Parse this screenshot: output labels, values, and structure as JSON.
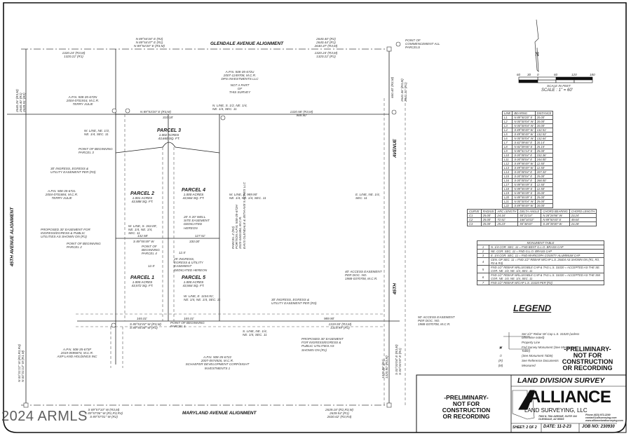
{
  "roads": {
    "north": "GLENDALE AVENUE ALIGNMENT",
    "south": "MARYLAND AVENUE ALIGNMENT",
    "west": "45TH AVENUE ALIGNMENT",
    "east_top": "AVENUE",
    "east_bottom": "45TH"
  },
  "parcels": [
    {
      "name": "PARCEL 1",
      "acres": "1.000 ACRES",
      "sqft": "43,572 SQ. FT."
    },
    {
      "name": "PARCEL 2",
      "acres": "1.001 ACRES",
      "sqft": "43,588 SQ. FT."
    },
    {
      "name": "PARCEL 3",
      "acres": "1.002 ACRES",
      "sqft": "43,660 SQ. FT."
    },
    {
      "name": "PARCEL 4",
      "acres": "1.000 ACRES",
      "sqft": "43,564 SQ. FT."
    },
    {
      "name": "PARCEL 5",
      "acres": "1.000 ACRES",
      "sqft": "43,564 SQ. FT."
    }
  ],
  "annotations": {
    "north_bearings": [
      "N 89°54'34\" E (R2)",
      "N 89°54'47\" E (R1)",
      "N 89°54'20\" E (R3,M)"
    ],
    "north_dist_east": [
      "2640.40' (R2)",
      "2640.44' (R1)",
      "2640.47' (R3,M)"
    ],
    "north_dist_half": [
      "1320.24' (R3,M)",
      "1320.22' (R1)"
    ],
    "nw_dist": [
      "1320.24' (R3,M)",
      "1320.22' (R1)"
    ],
    "commencement": "POINT OF COMMENCEMENT ALL PARCELS",
    "apn_north": [
      "A.P.N. 508-35-672U",
      "2007-1249708, M.C.R.",
      "DPS INVESTMENTS LLC",
      "NOT A PART",
      "OF",
      "THIS SURVEY"
    ],
    "apn_nw": [
      "A.P.N. 508-35-672N",
      "2004-0701916, M.C.R.",
      "TERRY JULIE"
    ],
    "apn_w": [
      "A.P.N. 508-35-672L",
      "2004-0701884, M.C.R.",
      "TERRY JULIE"
    ],
    "apn_sw": [
      "A.P.N. 508-35-673F",
      "2019-0595874, M.C.R.",
      "ASP LAND HOLDINGS INC"
    ],
    "apn_s": [
      "A.P.N. 508-35-6722",
      "2007-0574926, M.C.R.",
      "SCHAEFER DEVELOPMENT CORP/SIGHT",
      "INVESTMENTS 1"
    ],
    "sec_line_bearing": "N 89°53'20\" E (R3,M)",
    "sec_line_dist": "310.18'",
    "sec_line_east": [
      "1320.58' (R3,M)",
      "989.90'"
    ],
    "n_line_label": [
      "N. LINE, S. 1/2, NE. 1/4,",
      "NE. 1/4, SEC. 11"
    ],
    "w_line_label": [
      "W. LINE, NE. 1/4,",
      "NE. 1/4, SEC. 11"
    ],
    "pob3": [
      "POINT OF BEGINNING",
      "PARCEL 3"
    ],
    "easement_30": [
      "30' INGRESS, EGRESS &",
      "UTILITY EASEMENT PER (R3)"
    ],
    "proposed_easement": [
      "PROPOSED 30' EASEMENT FOR",
      "INGRESS/EGRESS & PUBLIC",
      "UTILITIES AS SHOWN ON (R1)"
    ],
    "pob2": [
      "POINT OF BEGINNING",
      "PARCEL 2"
    ],
    "pob4": [
      "POINT OF",
      "BEGINNING",
      "PARCEL 4"
    ],
    "well_easement": [
      "20' X 20' WELL",
      "SITE EASEMENT",
      "DEDICATED",
      "HEREON"
    ],
    "ingress_hereon": [
      "25' INGRESS,",
      "EGRESS & UTILITY",
      "EASEMENT",
      "DEDICATED HEREON"
    ],
    "bearing_s_parcel2": "S 89°55'49\" W",
    "dist_s_parcel2": "132.58'",
    "dist_s_parcel4": "330.00'",
    "dist_s_parcel4b": "127.51'",
    "w_line_s": [
      "W. LINE, S. 344.00',",
      "NE. 1/4, NE. 1/4,",
      "SEC. 11"
    ],
    "w_line_e": [
      "W. LINE, E. 1154.91',",
      "NE. 1/4, NE. 1/4, SEC. 11"
    ],
    "w_line_e2": [
      "W. LINE, E. 989.90'",
      "NE. 1/4, NE. 1/4, SEC. 11"
    ],
    "parcel_z": [
      "PARCEL Z (R3)",
      "PORTION A.P.N. 508-35-672H",
      "2023-0441086, M.C.R.",
      "EAVS GLENDALE & 45TH AVE 5 ACRES LLC"
    ],
    "e_line": [
      "E. LINE, NE. 1/4,",
      "SEC. 11"
    ],
    "access_easement_1": [
      "40' ACCESS EASEMENT",
      "PER DOC. NO.",
      "1988-0370708, M.C.R."
    ],
    "access_easement_2": [
      "50' ACCESS EASEMENT",
      "PER DOC. NO.",
      "1988-0370708, M.C.R."
    ],
    "dim_125": "12.5'",
    "south_line_bearing": [
      "S 89°53'43\" W (R3,M)",
      "S 89°55'38\" W (R1)"
    ],
    "south_line_dists": [
      "165.01'",
      "165.01'",
      "989.90'"
    ],
    "south_line_east": [
      "1319.93' (R3,M)",
      "1319.99' (R1)"
    ],
    "pob1": [
      "POINT OF BEGINNING",
      "PARCEL 1"
    ],
    "s_line": [
      "S. LINE, NE. 1/4,",
      "NE. 1/4, SEC. 11"
    ],
    "easement_30_r3": [
      "30' INGRESS, EGRESS &",
      "UTILITY EASEMENT PER (R3)"
    ],
    "proposed_30": [
      "PROPOSED 30' EASEMENT",
      "FOR INGRESS/EGRESS &",
      "PUBLIC UTILITIES AS",
      "SHOWN ON (R1)"
    ],
    "maryland_bearings": [
      "S 89°57'10\" W (R3,M)",
      "S 89°57'06\" W (R1,R3,R4)",
      "S 89°57'01\" W (R2)"
    ],
    "maryland_dists": [
      "2639.18' (R2,R3,M)",
      "2639.54' (R1)",
      "2630.62' (R3,R4)"
    ],
    "west_line_bearing": [
      "N 00°01'11\" W (R3,R3,R4)",
      "N 00°01'13\" W (R1,M)"
    ],
    "west_line_dist": [
      "2640.26' (R3,M)",
      "2640.40' (R1)",
      "2639.91' (R2)"
    ],
    "east_line_dist": [
      "2641.46' (R3,M)",
      "2641.30' (R1)"
    ],
    "east_upper": "660.40' (R3,M)",
    "east_lower": [
      "1320.88' (R1)",
      "1320.90' (R3,M)"
    ],
    "east_lower_bearing": [
      "S 00°00'04\" E (R3,M)",
      "S 00°00'15\" E (R1)"
    ]
  },
  "scale": {
    "ticks": [
      "60",
      "30",
      "0",
      "60",
      "120",
      "180"
    ],
    "label": "SCALE IN FEET",
    "scale_text": "SCALE : 1\" = 60'"
  },
  "line_table": {
    "headers": [
      "LINE",
      "BEARING",
      "DISTANCE"
    ],
    "rows": [
      [
        "L1",
        "N 89°50'20\" E",
        "20.00'"
      ],
      [
        "L2",
        "N 00°00'04\" W",
        "20.00'"
      ],
      [
        "L3",
        "N 00°00'04\" W",
        "20.00'"
      ],
      [
        "L4",
        "S 89°55'49\" W",
        "132.51'"
      ],
      [
        "L5",
        "S 89°55'49\" W",
        "132.53'"
      ],
      [
        "L6",
        "N 00°00'04\" W",
        "132.64'"
      ],
      [
        "L7",
        "S 82°09'46\" E",
        "20.14'"
      ],
      [
        "L8",
        "N 82°09'46\" E",
        "25.15'"
      ],
      [
        "L9",
        "N 80°51'14\" E",
        "25.00'"
      ],
      [
        "L10",
        "S 00°00'04\" E",
        "232.36'"
      ],
      [
        "L11",
        "S 00°00'04\" E",
        "244.00'"
      ],
      [
        "L12",
        "S 89°55'49\" W",
        "12.50'"
      ],
      [
        "L13",
        "S 89°55'49\" W",
        "12.50'"
      ],
      [
        "L14",
        "S 00°00'04\" E",
        "207.33'"
      ],
      [
        "L15",
        "S 00°00'04\" E",
        "25.00'"
      ],
      [
        "L16",
        "S 00°00'04\" E",
        "268.00'"
      ],
      [
        "L17",
        "N 89°55'49\" E",
        "12.50'"
      ],
      [
        "L18",
        "N 89°55'49\" E",
        "12.50'"
      ],
      [
        "L19",
        "N 89°55'49\" E",
        "20.00'"
      ],
      [
        "L20",
        "N 89°55'49\" E",
        "25.00'"
      ],
      [
        "L21",
        "N 00°00'04\" W",
        "25.00'"
      ],
      [
        "L22",
        "S 89°55'49\" W",
        "20.00'"
      ]
    ]
  },
  "curve_table": {
    "headers": [
      "CURVE",
      "RADIUS",
      "ARC LENGTH",
      "DELTA ANGLE",
      "CHORD BEARING",
      "CHORD LENGTH"
    ],
    "rows": [
      [
        "C1",
        "25.00'",
        "24.16'",
        "55°21'14\"",
        "N 28°26'56\" W",
        "23.24'"
      ],
      [
        "C2",
        "25.00'",
        "72.51'",
        "166°10'22\"",
        "N 89°50'43\" E",
        "49.64'"
      ],
      [
        "C3",
        "25.00'",
        "25.23'",
        "55°48'43\"",
        "S 28°35'00\" W",
        "24.28'"
      ]
    ]
  },
  "monument_table": {
    "title": "MONUMENT TABLE",
    "rows": [
      [
        "1",
        "N. 1/4 COR. SEC. 11 = FND BENT G.L.O. BRASS CAP"
      ],
      [
        "2",
        "NE. COR. SEC. 11 = FND G.L.O. BRASS CAP"
      ],
      [
        "3",
        "E. 1/4 COR. SEC. 11 = FND MARICOPA COUNTY ALUMINUM CAP"
      ],
      [
        "4",
        "CEN. OF SEC. 11 = FND 1/2\" REBAR W/CAP L.S. 26404 AS SHOWN ON (R1, R3, R3 & R4)"
      ],
      [
        "5",
        "FND 1/2\" REBAR W/ILLEGIBLE CAP & TAG L.S. 31020 = ACCEPTED AS THE SE. COR. NE. 1/4, NE. 1/4, SEC. 11"
      ],
      [
        "6",
        "FND 1/2\" REBAR W/ILLEGIBLE CAP & TAG L.S. 31020 = ACCEPTED AS THE SW. COR. NE. 1/4, NE. 1/4, SEC. 11"
      ],
      [
        "7",
        "FND 1/2\" REBAR W/CAP L.S. 31020 PER (R3)"
      ]
    ]
  },
  "legend": {
    "title": "LEGEND",
    "items": [
      {
        "symbol": "",
        "text": "Set 1/2\" Rebar W/ Cap L.S. 31020 (unless otherwise noted)"
      },
      {
        "symbol": "",
        "text": "Property Line"
      },
      {
        "symbol": "▣",
        "text": "Fnd Survey Monument (See Monument Table)"
      },
      {
        "symbol": "①",
        "text": "(See Monument Table)"
      },
      {
        "symbol": "(R)",
        "text": "See Reference Documents"
      },
      {
        "symbol": "(M)",
        "text": "Measured"
      }
    ]
  },
  "stamp": [
    "-PRELIMINARY-",
    "NOT FOR",
    "CONSTRUCTION",
    "OR RECORDING"
  ],
  "title_block": {
    "notice": [
      "-PRELIMINARY-",
      "NOT FOR",
      "CONSTRUCTION",
      "OR RECORDING"
    ],
    "title": "LAND DIVISION SURVEY",
    "company": "ALLIANCE",
    "company_sub": "LAND SURVEYING, LLC",
    "address": [
      "7900 N. 70th AVENUE, SUITE 104",
      "GLENDALE, AZ 85303"
    ],
    "contact": [
      "Phone (623) 972-2200",
      "contact@allsurveying.com",
      "www.alliancelandsurveying.com"
    ],
    "sheet": "SHEET: 2 OF 2",
    "date": "DATE: 11-2-23",
    "job": "JOB NO: 230930"
  },
  "watermark": "2024 ARMLS"
}
